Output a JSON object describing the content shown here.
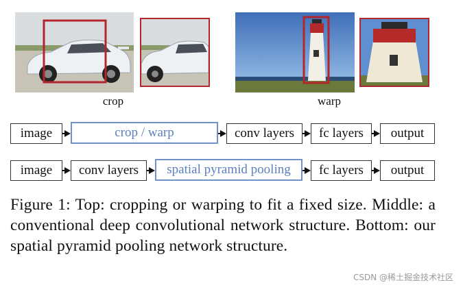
{
  "top_row": {
    "crop_label": "crop",
    "warp_label": "warp"
  },
  "middle_row": {
    "boxes": [
      "image",
      "crop / warp",
      "conv layers",
      "fc layers",
      "output"
    ]
  },
  "bottom_row": {
    "boxes": [
      "image",
      "conv layers",
      "spatial pyramid pooling",
      "fc layers",
      "output"
    ]
  },
  "caption": "Figure 1: Top: cropping or warping to fit a fixed size. Middle: a conventional deep convolutional network structure. Bottom: our spatial pyramid pooling network structure.",
  "watermark": "CSDN @稀土掘金技术社区",
  "colors": {
    "highlight_red": "#b3262c",
    "highlight_blue": "#6f93c9"
  }
}
